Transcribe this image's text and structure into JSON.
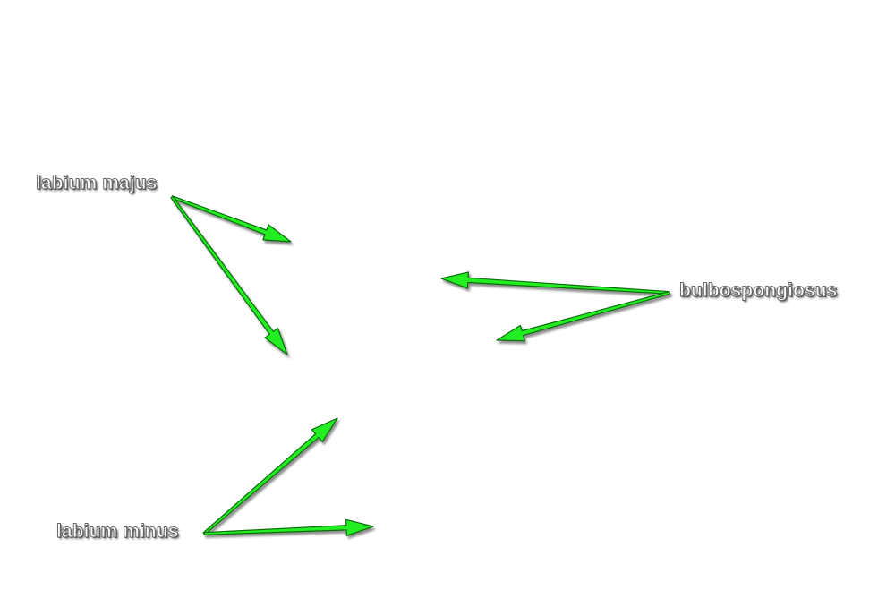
{
  "labels": {
    "labium_majus": "labium majus",
    "bulbospongiosus": "bulbospongiosus",
    "labium_minus": "labium minus"
  },
  "colors": {
    "background": "#ffffff",
    "arrow": "#22ee22",
    "arrow_outline": "#0a6a0a",
    "label_fill": "#ffffff",
    "label_outline": "#6a6a6a"
  }
}
